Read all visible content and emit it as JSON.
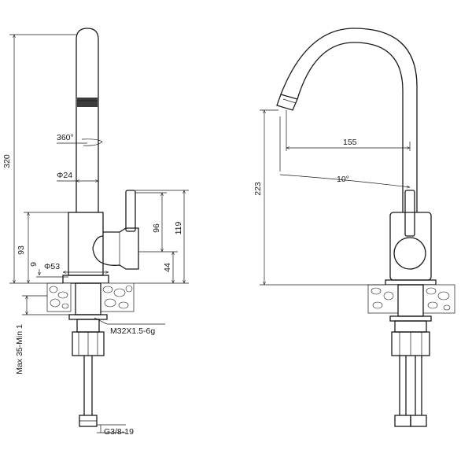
{
  "colors": {
    "line": "#1a1a1a",
    "background": "#ffffff"
  },
  "side_view": {
    "height_320": "320",
    "rotation_360": "360°",
    "spout_dia": "Φ24",
    "body_height_93": "93",
    "body_119": "119",
    "handle_96": "96",
    "handle_44": "44",
    "offset_9": "9",
    "base_dia": "Φ53",
    "thread": "M32X1.5-6g",
    "counter_thickness": "Max 35-Min 1",
    "hose_connection": "G3/8-19"
  },
  "front_view": {
    "reach_155": "155",
    "angle_10": "10°",
    "height_223": "223"
  }
}
